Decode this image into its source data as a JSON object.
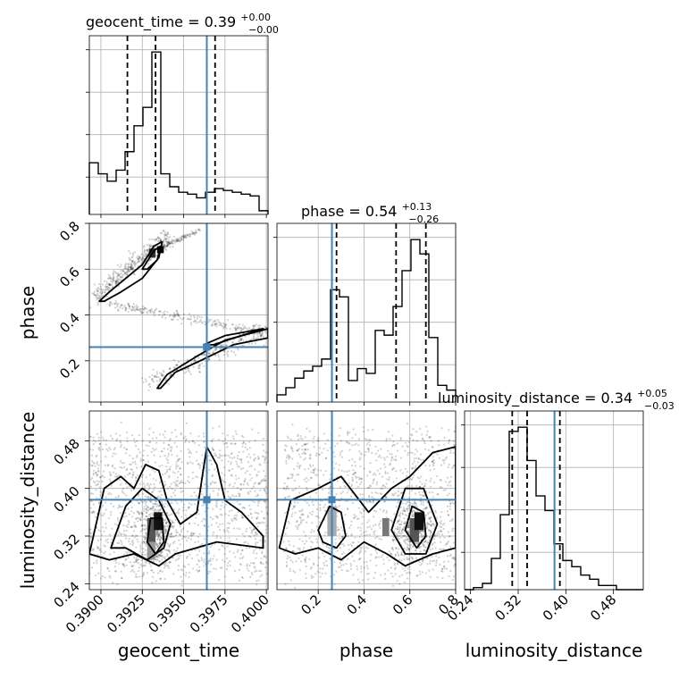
{
  "chart_data": {
    "type": "corner",
    "truth_color": "#4682b4",
    "parameters": [
      {
        "name": "geocent_time",
        "axis_label": "geocent_time",
        "title": "geocent_time = 0.39",
        "median": "0.39",
        "plus": "+0.00",
        "minus": "−0.00",
        "ticks": [
          0.39,
          0.3925,
          0.395,
          0.3975,
          0.4
        ],
        "tick_labels": [
          "0.3900",
          "0.3925",
          "0.3950",
          "0.3975",
          "0.4000"
        ],
        "range": [
          0.3893,
          0.4001
        ],
        "truth": 0.3964,
        "quantiles": [
          0.3916,
          0.3933,
          0.3969
        ]
      },
      {
        "name": "phase",
        "axis_label": "phase",
        "title": "phase = 0.54",
        "median": "0.54",
        "plus": "+0.13",
        "minus": "−0.26",
        "ticks": [
          0.2,
          0.4,
          0.6,
          0.8
        ],
        "tick_labels": [
          "0.2",
          "0.4",
          "0.6",
          "0.8"
        ],
        "range": [
          0.02,
          0.8
        ],
        "truth": 0.26,
        "quantiles": [
          0.28,
          0.54,
          0.67
        ]
      },
      {
        "name": "luminosity_distance",
        "axis_label": "luminosity_distance",
        "title": "luminosity_distance = 0.34",
        "median": "0.34",
        "plus": "+0.05",
        "minus": "−0.03",
        "ticks": [
          0.24,
          0.32,
          0.4,
          0.48
        ],
        "tick_labels": [
          "0.24",
          "0.32",
          "0.40",
          "0.48"
        ],
        "range": [
          0.23,
          0.53
        ],
        "truth": 0.381,
        "quantiles": [
          0.31,
          0.335,
          0.39
        ]
      }
    ],
    "marginals": [
      {
        "param": "geocent_time",
        "bin_edges": [
          0.3893,
          0.38984,
          0.39038,
          0.39092,
          0.39146,
          0.392,
          0.39254,
          0.39308,
          0.39362,
          0.39416,
          0.3947,
          0.39524,
          0.39578,
          0.39632,
          0.39686,
          0.3974,
          0.39794,
          0.39848,
          0.39902,
          0.39956,
          0.4001
        ],
        "counts": [
          28,
          22,
          18,
          24,
          34,
          48,
          58,
          88,
          22,
          15,
          12,
          11,
          9,
          12,
          14,
          13,
          12,
          11,
          10,
          2
        ]
      },
      {
        "param": "phase",
        "bin_edges": [
          0.02,
          0.059,
          0.098,
          0.137,
          0.176,
          0.215,
          0.254,
          0.293,
          0.332,
          0.371,
          0.41,
          0.449,
          0.488,
          0.527,
          0.566,
          0.605,
          0.644,
          0.683,
          0.722,
          0.761,
          0.8
        ],
        "counts": [
          3,
          6,
          10,
          13,
          15,
          18,
          47,
          44,
          9,
          14,
          12,
          30,
          28,
          40,
          55,
          68,
          62,
          27,
          7,
          5
        ]
      },
      {
        "param": "luminosity_distance",
        "bin_edges": [
          0.23,
          0.245,
          0.26,
          0.275,
          0.29,
          0.305,
          0.32,
          0.335,
          0.35,
          0.365,
          0.38,
          0.395,
          0.41,
          0.425,
          0.44,
          0.455,
          0.47,
          0.485,
          0.5,
          0.515,
          0.53
        ],
        "counts": [
          0,
          1,
          3,
          15,
          36,
          76,
          78,
          62,
          45,
          38,
          22,
          14,
          11,
          7,
          5,
          2,
          2,
          0,
          0,
          0
        ]
      }
    ],
    "grid": true
  }
}
